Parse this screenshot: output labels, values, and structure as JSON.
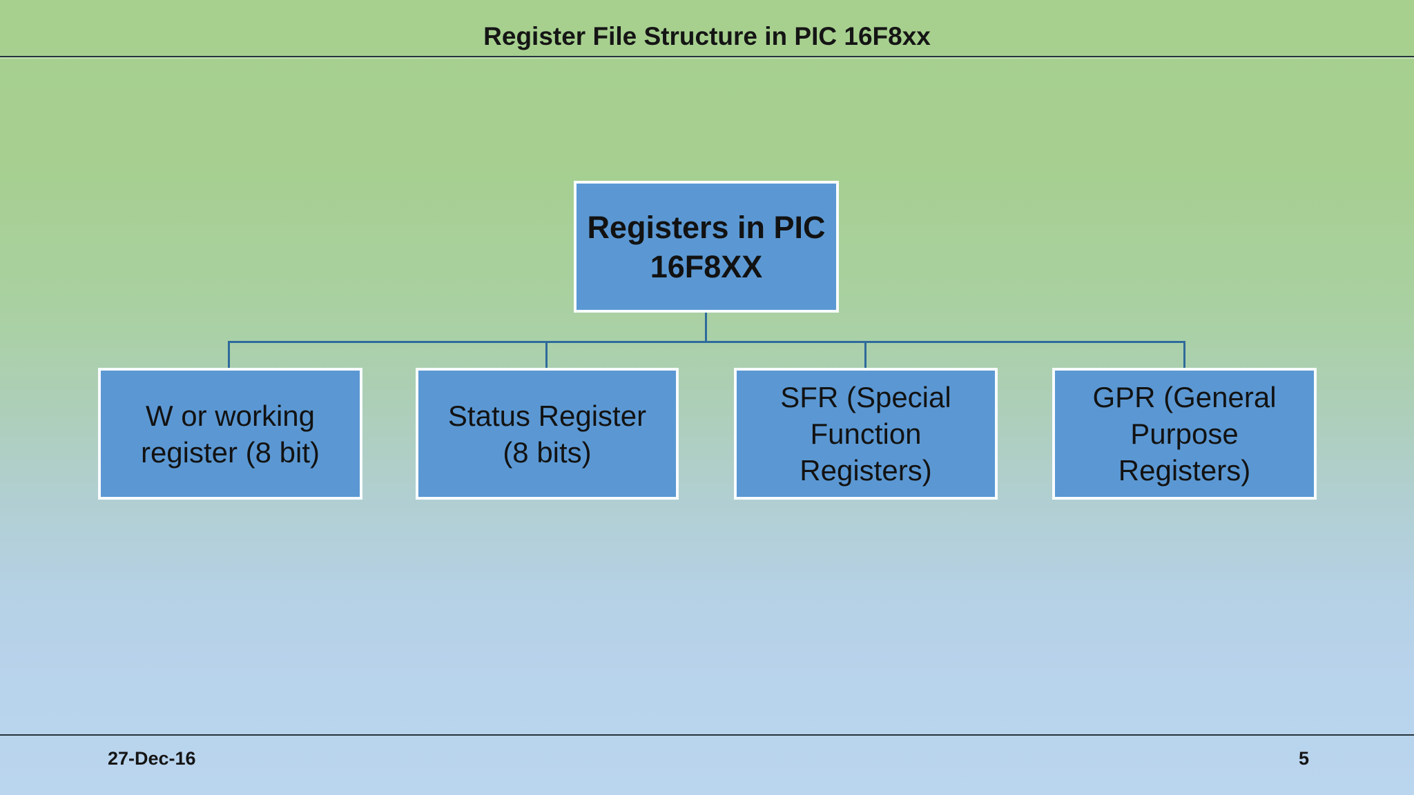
{
  "slide": {
    "title": "Register File Structure in PIC 16F8xx",
    "footer": {
      "date": "27-Dec-16",
      "page_number": "5"
    },
    "colors": {
      "background_top": "#a7d08f",
      "background_bottom": "#bad5ee",
      "node_fill": "#5b98d3",
      "node_border": "#f8fcfe",
      "connector": "#2e6a9b",
      "rule": "#24333c",
      "text": "#121212"
    },
    "diagram": {
      "root": {
        "label": "Registers in PIC 16F8XX",
        "lines": [
          "Registers in PIC",
          "16F8XX"
        ]
      },
      "children": [
        {
          "label": "W or working register (8 bit)",
          "lines": [
            "W or working",
            "register (8 bit)"
          ]
        },
        {
          "label": "Status Register (8 bits)",
          "lines": [
            "Status Register",
            "(8 bits)"
          ]
        },
        {
          "label": "SFR (Special Function Registers)",
          "lines": [
            "SFR (Special",
            "Function",
            "Registers)"
          ]
        },
        {
          "label": "GPR (General Purpose Registers)",
          "lines": [
            "GPR (General",
            "Purpose",
            "Registers)"
          ]
        }
      ]
    }
  }
}
